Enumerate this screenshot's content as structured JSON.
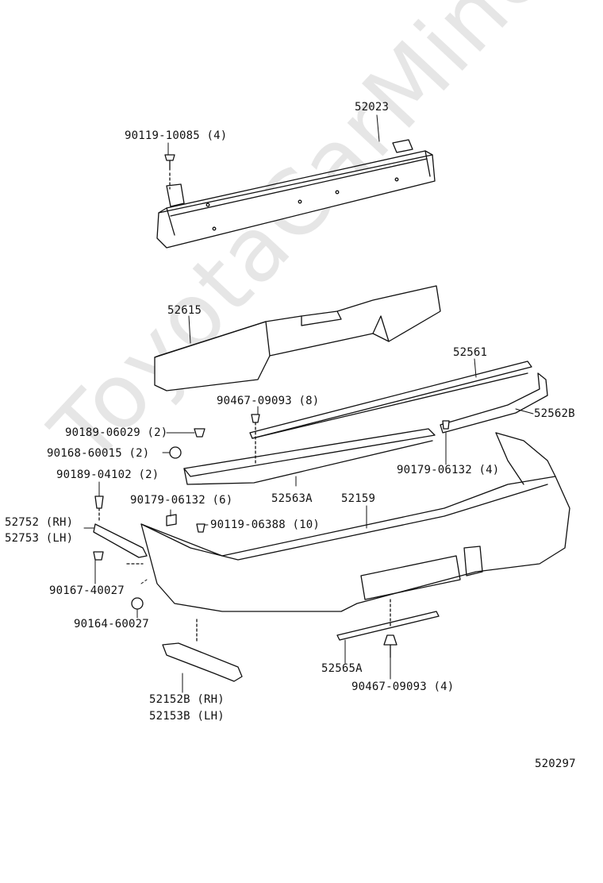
{
  "watermark": "ToyotaCarMine.ru",
  "diagram_code": "520297",
  "labels": {
    "p52023": "52023",
    "p90119_10085": "90119-10085 (4)",
    "p52615": "52615",
    "p52561": "52561",
    "p52562b": "52562B",
    "p90467_top": "90467-09093 (8)",
    "p90189_06029": "90189-06029 (2)",
    "p90168_60015": "90168-60015 (2)",
    "p90179_r": "90179-06132 (4)",
    "p90189_04102": "90189-04102 (2)",
    "p52563a": "52563A",
    "p52159": "52159",
    "p90179_l": "90179-06132 (6)",
    "p52752": "52752 (RH)",
    "p52753": "52753 (LH)",
    "p90119_06388": "90119-06388 (10)",
    "p90167": "90167-40027",
    "p90164": "90164-60027",
    "p52565a": "52565A",
    "p90467_bot": "90467-09093 (4)",
    "p52152b": "52152B (RH)",
    "p52153b": "52153B (LH)"
  }
}
